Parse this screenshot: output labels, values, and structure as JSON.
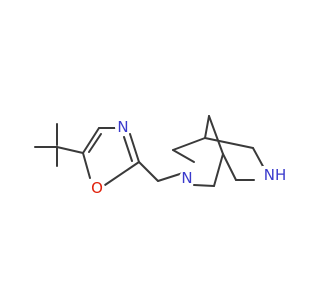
{
  "molecule": {
    "atom_labels": {
      "oxazole_nitrogen": "N",
      "oxazole_oxygen": "O",
      "bicyclic_tertiary_nitrogen": "N",
      "bicyclic_secondary_nitrogen": "NH"
    },
    "colors": {
      "nitrogen": "#3a3acc",
      "oxygen": "#e0200a",
      "bond": "#3a3a3a"
    }
  }
}
